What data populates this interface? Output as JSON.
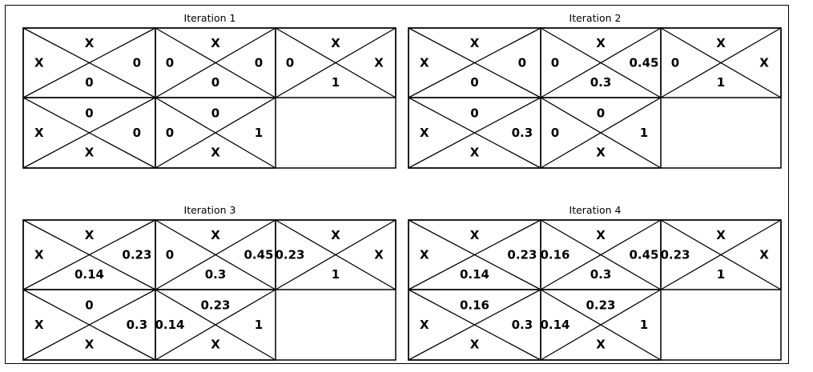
{
  "panels": [
    {
      "title": "Iteration 1",
      "cells": [
        {
          "top": "X",
          "left": "X",
          "right": "0",
          "bottom": "0"
        },
        {
          "top": "X",
          "left": "0",
          "right": "0",
          "bottom": "0"
        },
        {
          "top": "X",
          "left": "0",
          "right": "X",
          "bottom": "1"
        },
        {
          "top": "0",
          "left": "X",
          "right": "0",
          "bottom": "X"
        },
        {
          "top": "0",
          "left": "0",
          "right": "1",
          "bottom": "X"
        }
      ]
    },
    {
      "title": "Iteration 2",
      "cells": [
        {
          "top": "X",
          "left": "X",
          "right": "0",
          "bottom": "0"
        },
        {
          "top": "X",
          "left": "0",
          "right": "0.45",
          "bottom": "0.3"
        },
        {
          "top": "X",
          "left": "0",
          "right": "X",
          "bottom": "1"
        },
        {
          "top": "0",
          "left": "X",
          "right": "0.3",
          "bottom": "X"
        },
        {
          "top": "0",
          "left": "0",
          "right": "1",
          "bottom": "X"
        }
      ]
    },
    {
      "title": "Iteration 3",
      "cells": [
        {
          "top": "X",
          "left": "X",
          "right": "0.23",
          "bottom": "0.14"
        },
        {
          "top": "X",
          "left": "0",
          "right": "0.45",
          "bottom": "0.3"
        },
        {
          "top": "X",
          "left": "0.23",
          "right": "X",
          "bottom": "1"
        },
        {
          "top": "0",
          "left": "X",
          "right": "0.3",
          "bottom": "X"
        },
        {
          "top": "0.23",
          "left": "0.14",
          "right": "1",
          "bottom": "X"
        }
      ]
    },
    {
      "title": "Iteration 4",
      "cells": [
        {
          "top": "X",
          "left": "X",
          "right": "0.23",
          "bottom": "0.14"
        },
        {
          "top": "X",
          "left": "0.16",
          "right": "0.45",
          "bottom": "0.3"
        },
        {
          "top": "X",
          "left": "0.23",
          "right": "X",
          "bottom": "1"
        },
        {
          "top": "0.16",
          "left": "X",
          "right": "0.3",
          "bottom": "X"
        },
        {
          "top": "0.23",
          "left": "0.14",
          "right": "1",
          "bottom": "X"
        }
      ]
    }
  ]
}
